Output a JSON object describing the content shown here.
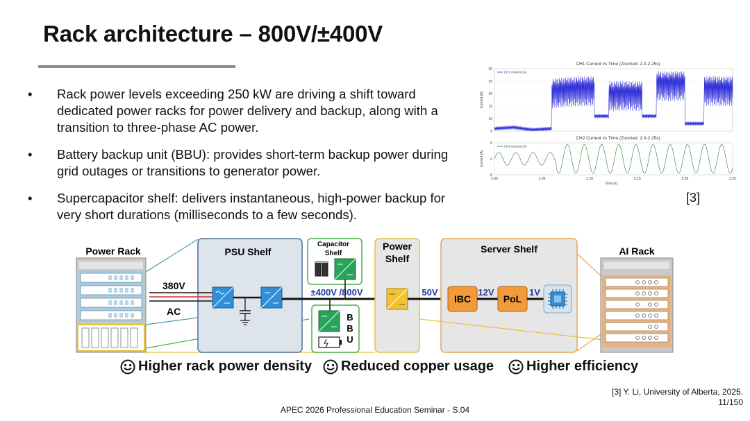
{
  "slide": {
    "title": "Rack architecture – 800V/±400V",
    "bullets": [
      "Rack power levels exceeding 250 kW are driving a shift toward dedicated power racks for power delivery and backup, along with a transition to three-phase AC power.",
      "Battery backup unit (BBU): provides short-term backup power during grid outages or transitions to generator power.",
      "Supercapacitor shelf: delivers instantaneous, high-power backup for very short durations (milliseconds to a few seconds)."
    ],
    "bullet_marker": "•",
    "figure_ref": "[3]",
    "citation": "[3] Y. Li, University of Alberta, 2025.",
    "page_number": "11/150",
    "footer": "APEC 2026 Professional Education Seminar  -  S.04"
  },
  "diagram": {
    "power_rack_label": "Power Rack",
    "psu_shelf_label": "PSU Shelf",
    "capacitor_shelf_label_1": "Capacitor",
    "capacitor_shelf_label_2": "Shelf",
    "power_shelf_label_1": "Power",
    "power_shelf_label_2": "Shelf",
    "server_shelf_label": "Server Shelf",
    "ai_rack_label": "AI Rack",
    "input_voltage": "380V",
    "input_type": "AC",
    "bus_voltage": "±400V /800V",
    "bbu_letters": [
      "B",
      "B",
      "U"
    ],
    "v50": "50V",
    "ibc_label": "IBC",
    "v12": "12V",
    "pol_label": "PoL",
    "v1": "1V",
    "colors": {
      "psu_shelf_bg": "#dde4ec",
      "psu_shelf_border": "#4a6f95",
      "capacitor_shelf_border": "#45b045",
      "power_shelf_border": "#e5c03a",
      "server_shelf_border": "#e9a35a",
      "converter_blue": "#2f8fd8",
      "converter_green": "#29a25a",
      "converter_yellow": "#f1c232",
      "ibc_orange": "#f39a3a",
      "rack_highlight": "#8ad0ee",
      "ai_rack_highlight": "#f0a860"
    }
  },
  "benefits": [
    "Higher rack power density",
    "Reduced copper usage",
    "Higher efficiency"
  ],
  "chart_data": [
    {
      "type": "line",
      "title": "CH1 Current vs Time (Zoomed: 2.0-2.25s)",
      "legend": [
        "CH1 Current (A)"
      ],
      "ylabel": "Current (A)",
      "xlabel": "",
      "ylim": [
        5,
        30
      ],
      "y_ticks": [
        5,
        10,
        15,
        20,
        25,
        30
      ],
      "xlim": [
        2.0,
        2.25
      ],
      "color": "#2b2bd9",
      "series": [
        {
          "values_x": [
            2.0,
            2.02,
            2.04,
            2.06,
            2.06,
            2.09,
            2.09,
            2.105,
            2.105,
            2.12,
            2.12,
            2.155,
            2.155,
            2.17,
            2.17,
            2.2,
            2.2,
            2.22,
            2.22,
            2.25
          ],
          "values_y": [
            6,
            6.5,
            5.5,
            6,
            21,
            22,
            22,
            22,
            11,
            11,
            20,
            20,
            11,
            11,
            24,
            24,
            8,
            8,
            22,
            22
          ]
        }
      ]
    },
    {
      "type": "line",
      "title": "CH2 Current vs Time (Zoomed: 2.0-2.25s)",
      "legend": [
        "CH2 Current (A)"
      ],
      "ylabel": "Current (A)",
      "xlabel": "Time (s)",
      "ylim": [
        -5,
        5
      ],
      "y_ticks": [
        -5,
        0,
        5
      ],
      "xlim": [
        2.0,
        2.25
      ],
      "x_ticks": [
        "2.00",
        "2.05",
        "2.10",
        "2.15",
        "2.20",
        "2.25"
      ],
      "color": "#2e7d32"
    }
  ]
}
